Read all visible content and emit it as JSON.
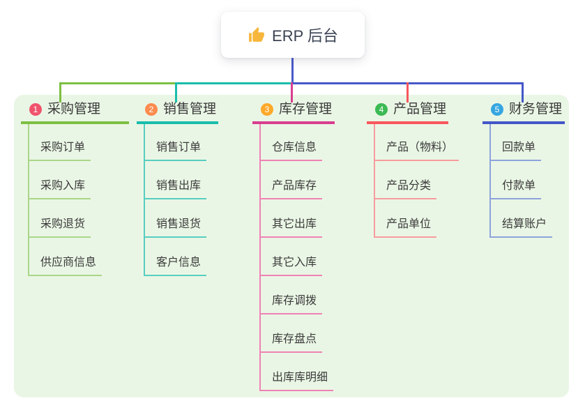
{
  "root": {
    "title": "ERP 后台",
    "icon": "thumbs-up"
  },
  "branches": [
    {
      "number": "1",
      "label": "采购管理",
      "badge_color": "#f0546c",
      "line_color": "#7dbf42",
      "child_line_color": "#a9d687",
      "children": [
        "采购订单",
        "采购入库",
        "采购退货",
        "供应商信息"
      ]
    },
    {
      "number": "2",
      "label": "销售管理",
      "badge_color": "#fb8b4e",
      "line_color": "#1abdab",
      "child_line_color": "#56cec0",
      "children": [
        "销售订单",
        "销售出库",
        "销售退货",
        "客户信息"
      ]
    },
    {
      "number": "3",
      "label": "库存管理",
      "badge_color": "#fea92a",
      "line_color": "#d93e90",
      "child_line_color": "#ee82b4",
      "children": [
        "仓库信息",
        "产品库存",
        "其它出库",
        "其它入库",
        "库存调拨",
        "库存盘点",
        "出库库明细"
      ]
    },
    {
      "number": "4",
      "label": "产品管理",
      "badge_color": "#3cba54",
      "line_color": "#f8575d",
      "child_line_color": "#f79b9d",
      "children": [
        "产品（物料）",
        "产品分类",
        "产品单位"
      ]
    },
    {
      "number": "5",
      "label": "财务管理",
      "badge_color": "#36a6e0",
      "line_color": "#4457c8",
      "child_line_color": "#8ca3db",
      "children": [
        "回款单",
        "付款单",
        "结算账户"
      ]
    }
  ],
  "connectors": {
    "root_stem_color": "#4a5ac9",
    "bus_segment_colors": [
      "#7dbf42",
      "#1abdab",
      "#4457c8"
    ],
    "drop_colors": [
      "#7dbf42",
      "#1abdab",
      "#d93e90",
      "#f8575d",
      "#4457c8"
    ]
  },
  "colors": {
    "page_bg": "#ffffff",
    "panel_bg": "#eaf6e5",
    "text": "#3a3a3a",
    "root_text": "#3b4252",
    "thumb_icon": "#f6b73c"
  }
}
